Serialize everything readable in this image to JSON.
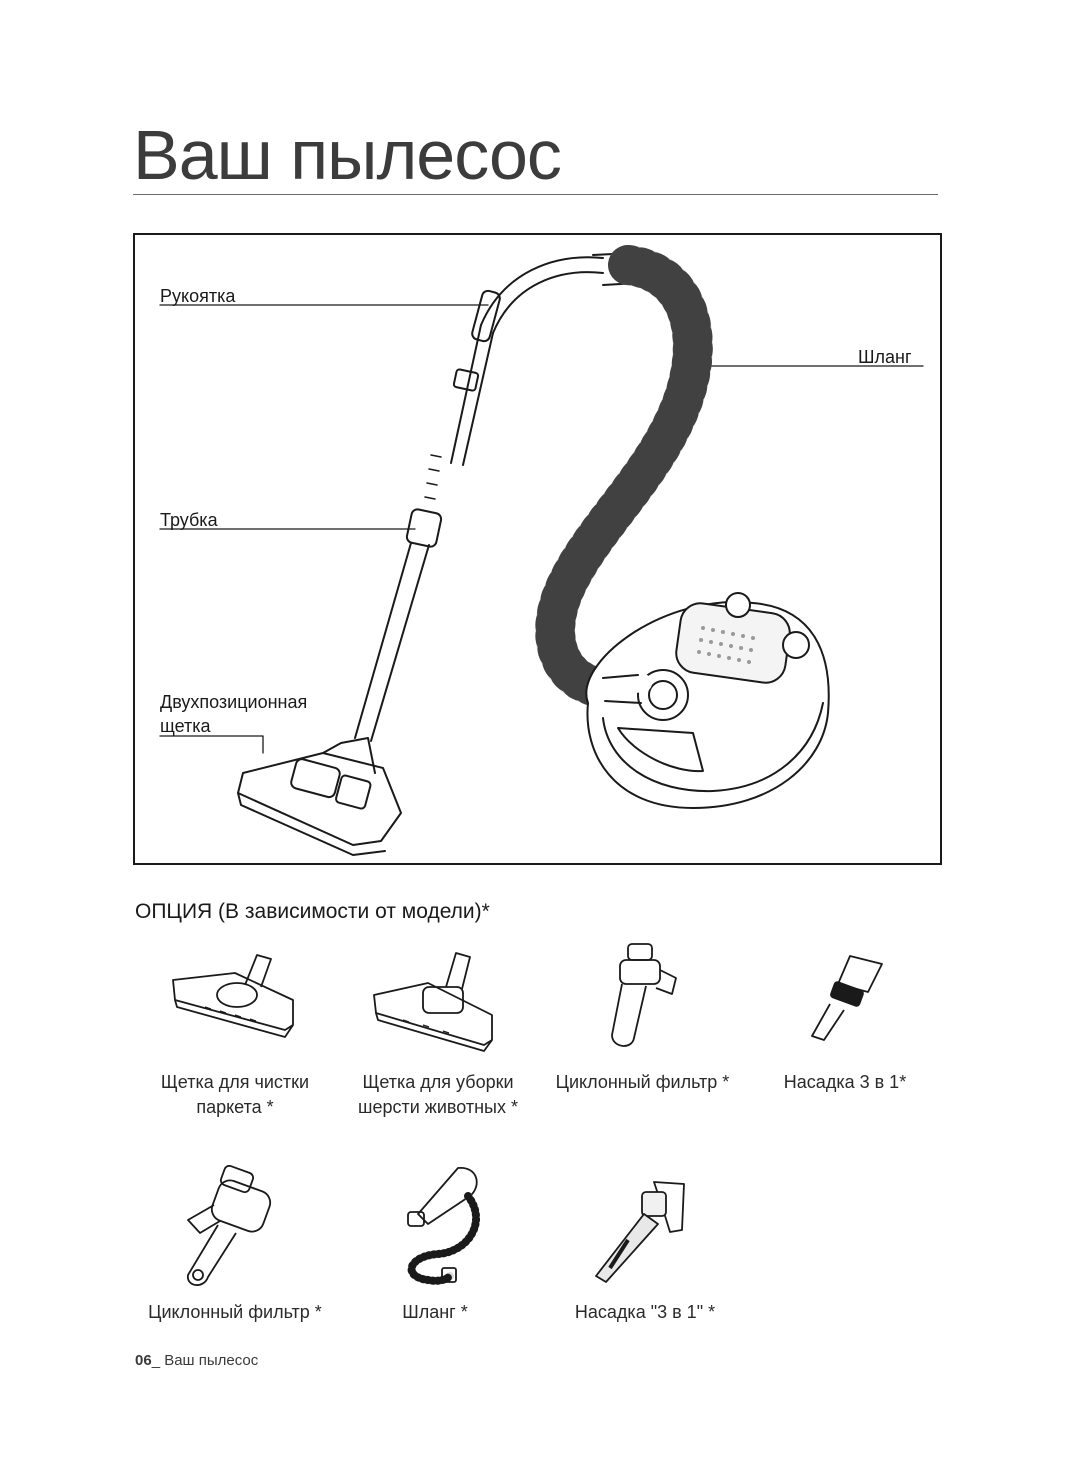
{
  "page": {
    "title": "Ваш пылесос"
  },
  "diagram": {
    "labels": {
      "handle": "Рукоятка",
      "hose": "Шланг",
      "tube": "Трубка",
      "brush_line1": "Двухпозиционная",
      "brush_line2": "щетка"
    }
  },
  "options": {
    "heading": "ОПЦИЯ (В зависимости от модели)*",
    "row1": [
      {
        "icon": "parquet-brush-icon",
        "line1": "Щетка для чистки",
        "line2": "паркета *"
      },
      {
        "icon": "pet-hair-brush-icon",
        "line1": "Щетка для уборки",
        "line2": "шерсти животных *"
      },
      {
        "icon": "cyclone-filter-icon",
        "line1": "Циклонный фильтр *",
        "line2": ""
      },
      {
        "icon": "three-in-one-nozzle-icon",
        "line1": "Насадка 3 в 1*",
        "line2": ""
      }
    ],
    "row2": [
      {
        "icon": "cyclone-filter-large-icon",
        "line1": "Циклонный фильтр *"
      },
      {
        "icon": "hose-accessory-icon",
        "line1": "Шланг *"
      },
      {
        "icon": "three-in-one-nozzle-alt-icon",
        "line1": "Насадка \"3 в 1\" *"
      }
    ]
  },
  "footer": {
    "page_number": "06",
    "separator": "_",
    "section": "Ваш пылесос"
  }
}
